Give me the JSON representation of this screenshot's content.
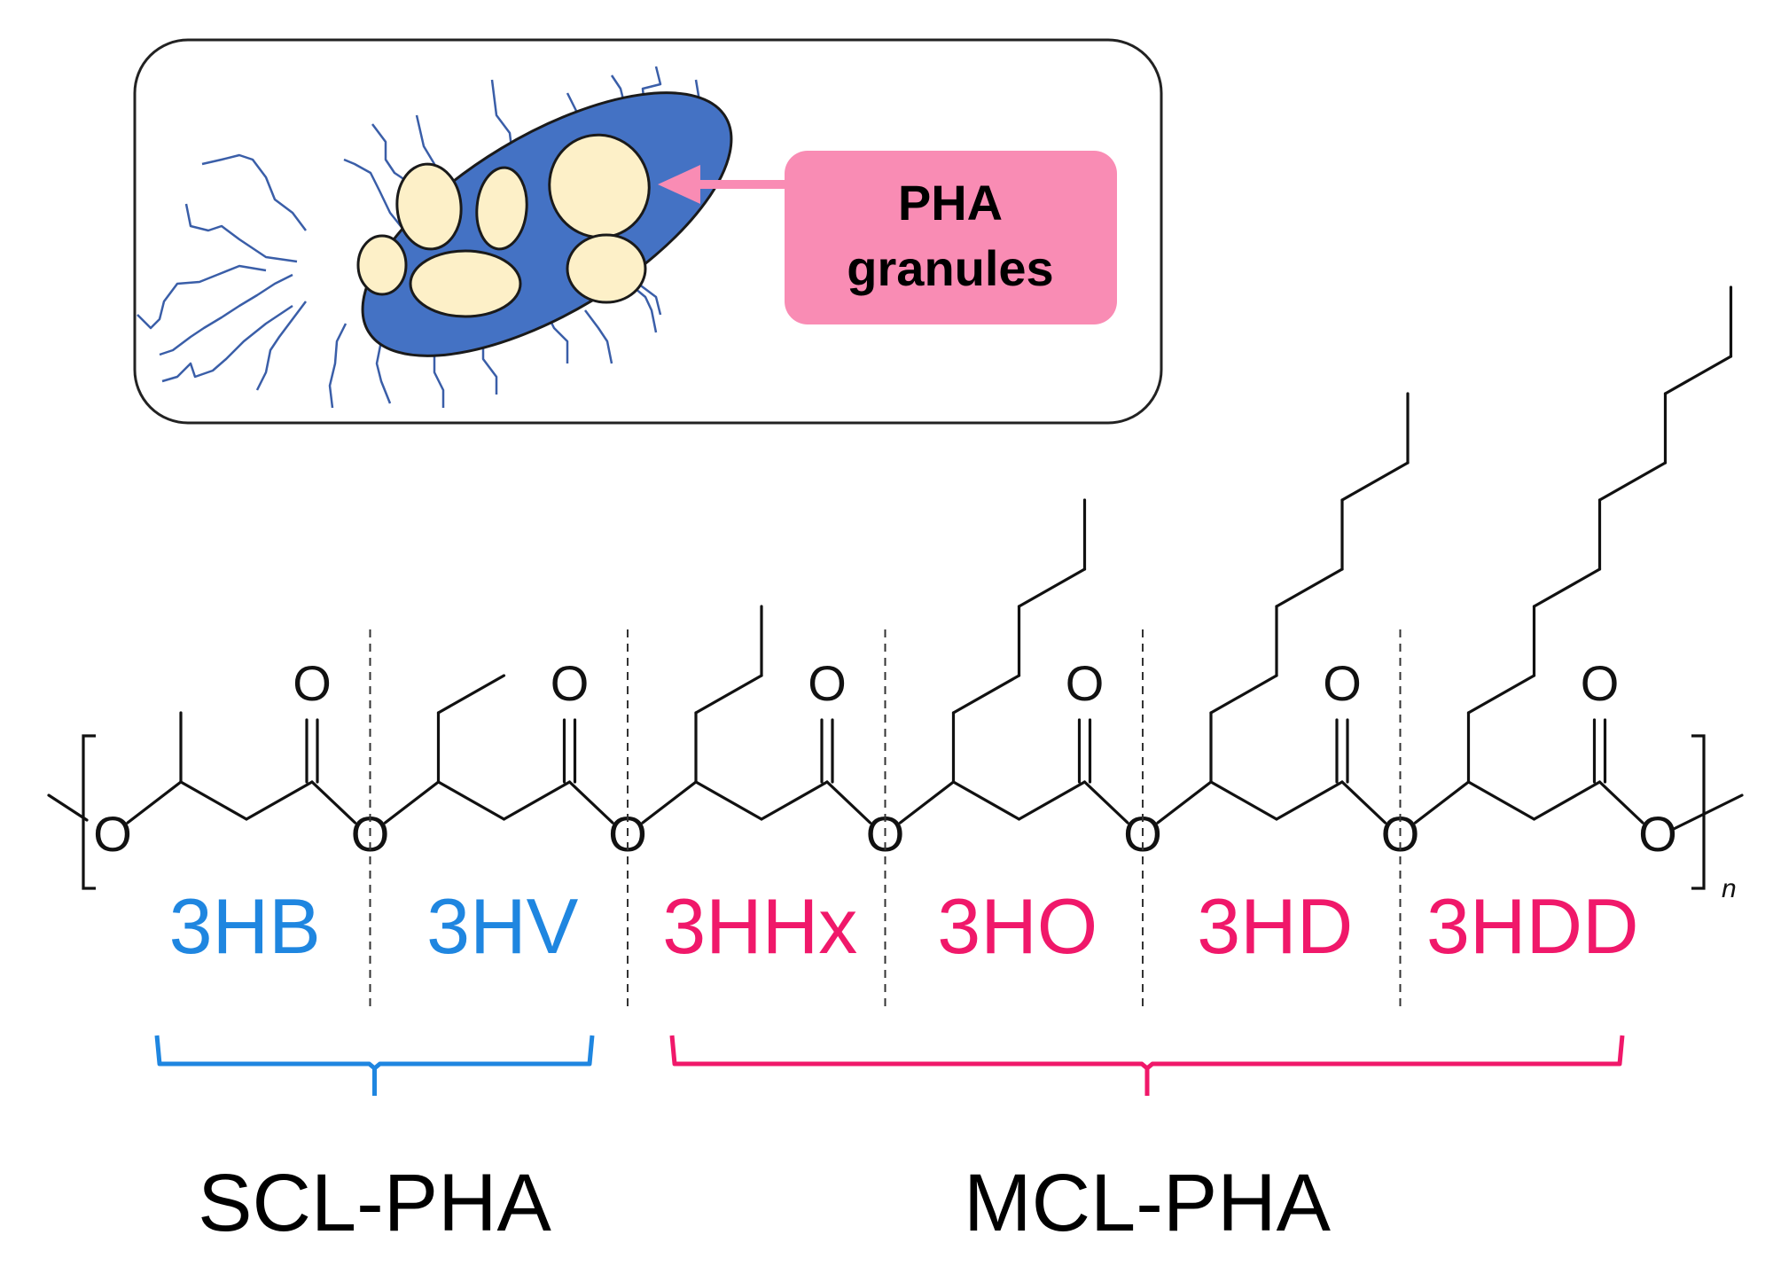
{
  "figure": {
    "callout": {
      "line1": "PHA",
      "line2": "granules"
    },
    "colors": {
      "scl": "#1f86e0",
      "mcl": "#f0186a",
      "cell_body": "#4472c4",
      "granule": "#fdf0c8",
      "callout_bg": "#f98cb4",
      "arrow": "#f98cb4",
      "flagella": "#3a5ea8",
      "bond": "#111111"
    },
    "repeat_subscript": "n",
    "oxygen_symbol": "O",
    "monomers": [
      {
        "label": "3HB",
        "group": "scl",
        "side_chain_carbons": 1
      },
      {
        "label": "3HV",
        "group": "scl",
        "side_chain_carbons": 2
      },
      {
        "label": "3HHx",
        "group": "mcl",
        "side_chain_carbons": 3
      },
      {
        "label": "3HO",
        "group": "mcl",
        "side_chain_carbons": 5
      },
      {
        "label": "3HD",
        "group": "mcl",
        "side_chain_carbons": 7
      },
      {
        "label": "3HDD",
        "group": "mcl",
        "side_chain_carbons": 9
      }
    ],
    "classes": [
      {
        "label": "SCL-PHA",
        "group": "scl",
        "spans": [
          "3HB",
          "3HV"
        ]
      },
      {
        "label": "MCL-PHA",
        "group": "mcl",
        "spans": [
          "3HHx",
          "3HO",
          "3HD",
          "3HDD"
        ]
      }
    ]
  }
}
